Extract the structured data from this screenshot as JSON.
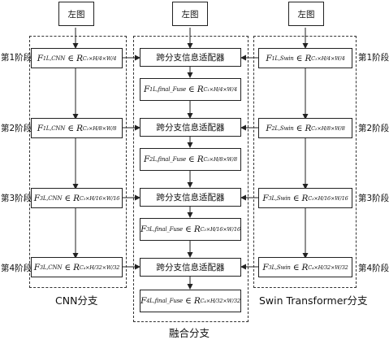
{
  "inputs": {
    "left": "左图",
    "middle": "左图",
    "right": "左图"
  },
  "stages": {
    "left": [
      "第1阶段",
      "第2阶段",
      "第3阶段",
      "第4阶段"
    ],
    "right": [
      "第1阶段",
      "第2阶段",
      "第3阶段",
      "第4阶段"
    ]
  },
  "cnn": {
    "boxes": [
      {
        "F": "F",
        "sup": "1",
        "sub": "L,CNN",
        "in": "∈ R",
        "dims": "C₁×H/4×W/4"
      },
      {
        "F": "F",
        "sup": "1",
        "sub": "L,CNN",
        "in": "∈ R",
        "dims": "C₂×H/8×W/8"
      },
      {
        "F": "F",
        "sup": "3",
        "sub": "L,CNN",
        "in": "∈ R",
        "dims": "C₃×H/16×W/16"
      },
      {
        "F": "F",
        "sup": "3",
        "sub": "L,CNN",
        "in": "∈ R",
        "dims": "C₄×H/32×W/32"
      }
    ],
    "label": "CNN分支"
  },
  "swin": {
    "boxes": [
      {
        "F": "F",
        "sup": "1",
        "sub": "L,Swin",
        "in": "∈ R",
        "dims": "C₁×H/4×W/4"
      },
      {
        "F": "F",
        "sup": "2",
        "sub": "L,Swin",
        "in": "∈ R",
        "dims": "C₂×H/8×W/8"
      },
      {
        "F": "F",
        "sup": "3",
        "sub": "L,Swin",
        "in": "∈ R",
        "dims": "C₃×H/16×W/16"
      },
      {
        "F": "F",
        "sup": "3",
        "sub": "L,Swin",
        "in": "∈ R",
        "dims": "C₄×H/32×W/32"
      }
    ],
    "label": "Swin Transformer分支"
  },
  "fusion": {
    "adapter_label": "跨分支信息适配器",
    "adapters": [
      "跨分支信息适配器",
      "跨分支信息适配器",
      "跨分支信息适配器",
      "跨分支信息适配器"
    ],
    "outputs": [
      {
        "F": "F",
        "sup": "1",
        "sub": "L,final_Fuse",
        "in": "∈ R",
        "dims": "C₁×H/4×W/4"
      },
      {
        "F": "F",
        "sup": "2",
        "sub": "L,final_Fuse",
        "in": "∈ R",
        "dims": "C₂×H/8×W/8"
      },
      {
        "F": "F",
        "sup": "3",
        "sub": "L,final_Fuse",
        "in": "∈ R",
        "dims": "C₃×H/16×W/16"
      },
      {
        "F": "F",
        "sup": "4",
        "sub": "L,final_Fuse",
        "in": "∈ R",
        "dims": "C₄×H/32×W/32"
      }
    ],
    "label": "融合分支"
  }
}
